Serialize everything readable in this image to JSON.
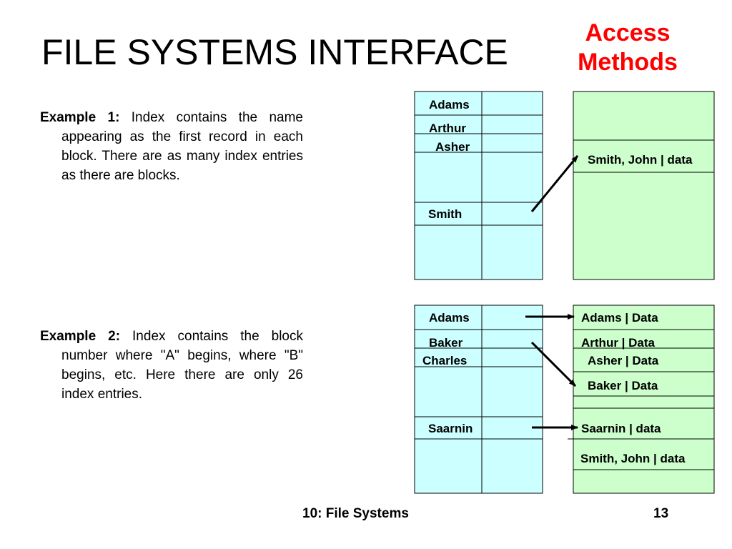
{
  "slide": {
    "title": "FILE SYSTEMS INTERFACE",
    "access_line1": "Access",
    "access_line2": "Methods",
    "example1_label": "Example 1:",
    "example1_text": " Index contains the name appearing as the first record in each block. There are as many index entries as there are blocks.",
    "example2_label": "Example 2:",
    "example2_text": " Index contains the block number where \"A\" begins, where \"B\" begins, etc. Here there are only 26 index entries.",
    "footer_left": "10: File Systems",
    "footer_right": "13"
  },
  "diagram1": {
    "index_entries": [
      "Adams",
      "Arthur",
      "Asher",
      "Smith"
    ],
    "data_record": "Smith, John | data"
  },
  "diagram2": {
    "index_entries": [
      "Adams",
      "Baker",
      "Charles",
      "Saarnin"
    ],
    "data_records": [
      "Adams   | Data",
      "Arthur    | Data",
      "Asher   | Data",
      "Baker   | Data",
      "Saarnin | data",
      "Smith, John | data"
    ]
  },
  "colors": {
    "index_fill": "#ccffff",
    "data_fill": "#ccffcc",
    "accent": "#ff0000"
  }
}
